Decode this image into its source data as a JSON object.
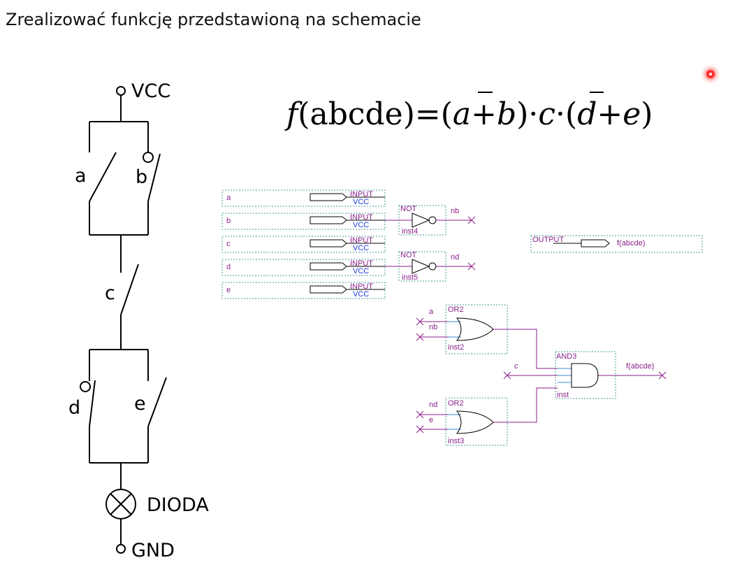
{
  "title": "Zrealizować funkcję przedstawioną na schemacie",
  "circuit": {
    "vcc": "VCC",
    "gnd": "GND",
    "diode": "DIODA",
    "switches": [
      "a",
      "b",
      "c",
      "d",
      "e"
    ]
  },
  "formula": {
    "f": "f",
    "args": "(abcde)",
    "eq": "=(",
    "a": "a",
    "plus1": "+",
    "b": "b",
    "close1": ")",
    "dot1": "·",
    "c": "c",
    "dot2": "·(",
    "d": "d",
    "plus2": "+",
    "e": "e",
    "close2": ")"
  },
  "schematic": {
    "inputs": [
      {
        "name": "a",
        "type": "INPUT",
        "vcc": "VCC"
      },
      {
        "name": "b",
        "type": "INPUT",
        "vcc": "VCC"
      },
      {
        "name": "c",
        "type": "INPUT",
        "vcc": "VCC"
      },
      {
        "name": "d",
        "type": "INPUT",
        "vcc": "VCC"
      },
      {
        "name": "e",
        "type": "INPUT",
        "vcc": "VCC"
      }
    ],
    "not1": {
      "type": "NOT",
      "inst": "inst4",
      "out": "nb"
    },
    "not2": {
      "type": "NOT",
      "inst": "inst5",
      "out": "nd"
    },
    "output": {
      "type": "OUTPUT",
      "name": "f(abcde)"
    },
    "or1": {
      "type": "OR2",
      "inst": "inst2",
      "in1": "a",
      "in2": "nb"
    },
    "or2": {
      "type": "OR2",
      "inst": "inst3",
      "in1": "nd",
      "in2": "e"
    },
    "and": {
      "type": "AND3",
      "inst": "inst",
      "in": "c",
      "out": "f(abcde)"
    }
  }
}
